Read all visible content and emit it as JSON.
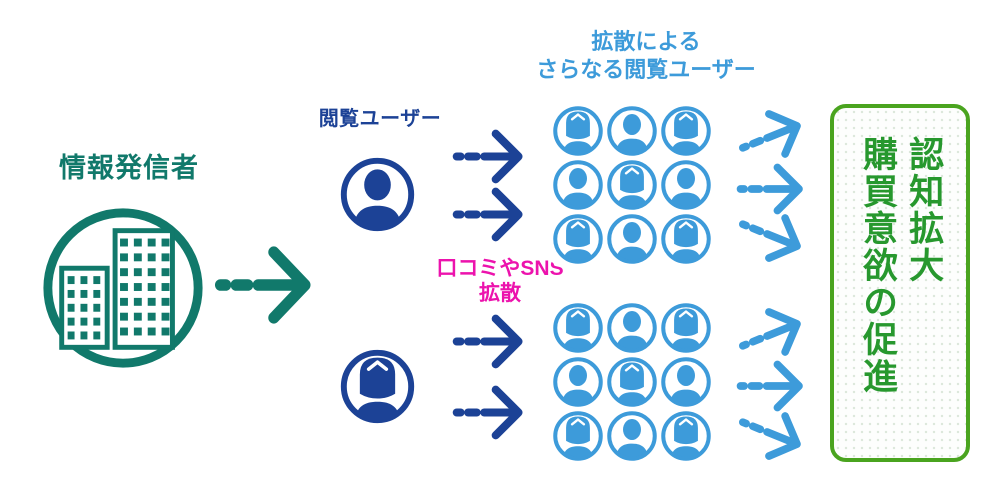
{
  "colors": {
    "teal": "#11796b",
    "navy": "#1c4296",
    "light_blue": "#3d9bda",
    "magenta": "#ec13ad",
    "green_border": "#4aa41f",
    "green_text": "#27982e"
  },
  "sender": {
    "label": "情報発信者",
    "icon": "buildings-icon"
  },
  "viewers": {
    "label": "閲覧ユーザー",
    "top_user": "male",
    "bottom_user": "female"
  },
  "share": {
    "line1": "口コミやSNS",
    "line2": "拡散"
  },
  "spread": {
    "title_line1": "拡散による",
    "title_line2": "さらなる閲覧ユーザー",
    "grid_pattern": [
      [
        "female",
        "male",
        "female"
      ],
      [
        "male",
        "female",
        "male"
      ],
      [
        "female",
        "male",
        "female"
      ]
    ]
  },
  "outcome": {
    "line1": "認知拡大",
    "line2": "購買意欲の促進"
  }
}
